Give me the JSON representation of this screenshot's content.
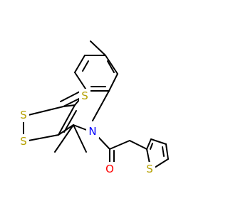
{
  "molecule": {
    "atoms": {
      "s_thione": "S",
      "s_ring_upper": "S",
      "s_ring_lower": "S",
      "n_amide": "N",
      "o_carbonyl": "O",
      "s_thiophene": "S"
    },
    "colors": {
      "bond": "#000000",
      "sulfur": "#b5a000",
      "nitrogen": "#0000ff",
      "oxygen": "#ff0000"
    }
  }
}
